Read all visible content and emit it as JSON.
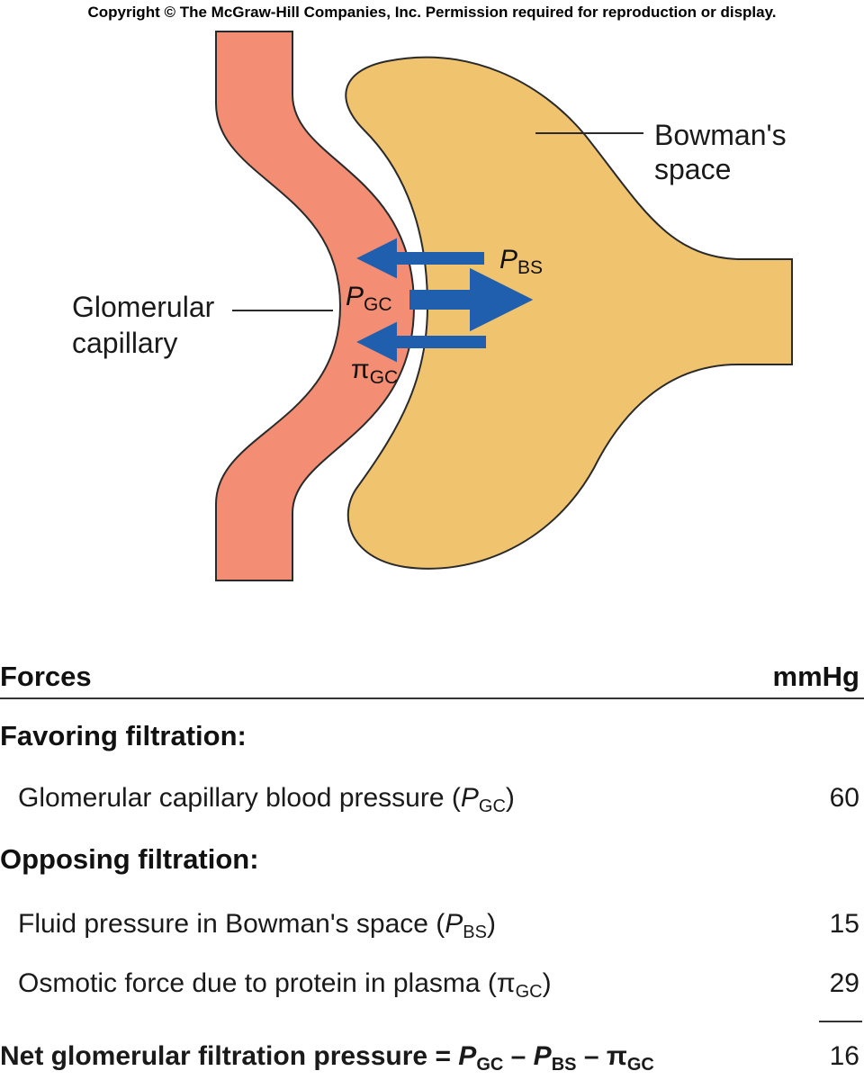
{
  "copyright": "Copyright © The McGraw-Hill Companies, Inc. Permission required for reproduction or display.",
  "labels": {
    "bowman_line1": "Bowman's",
    "bowman_line2": "space",
    "glomerular_line1": "Glomerular",
    "glomerular_line2": "capillary"
  },
  "symbols": {
    "p_bs": {
      "main": "P",
      "sub": "BS"
    },
    "p_gc": {
      "main": "P",
      "sub": "GC"
    },
    "pi_gc": {
      "main": "π",
      "sub": "GC"
    }
  },
  "colors": {
    "capillary": "#f38d73",
    "bowman": "#f0c36f",
    "arrow": "#1f5fae",
    "outline": "#2a2a2a"
  },
  "table": {
    "header_left": "Forces",
    "header_right": "mmHg",
    "favoring_heading": "Favoring filtration:",
    "opposing_heading": "Opposing filtration:",
    "rows": [
      {
        "text": "Glomerular capillary blood pressure (",
        "sym": "P",
        "sub": "GC",
        "close": ")",
        "value": "60"
      },
      {
        "text": "Fluid pressure in Bowman's space (",
        "sym": "P",
        "sub": "BS",
        "close": ")",
        "value": "15"
      },
      {
        "text": "Osmotic force due to protein in plasma (",
        "sym": "π",
        "sub": "GC",
        "close": ")",
        "value": "29"
      }
    ],
    "net": {
      "text": "Net glomerular filtration pressure = ",
      "t1": "P",
      "s1": "GC",
      "minus1": " – ",
      "t2": "P",
      "s2": "BS",
      "minus2": " – ",
      "t3": "π",
      "s3": "GC",
      "value": "16"
    }
  }
}
